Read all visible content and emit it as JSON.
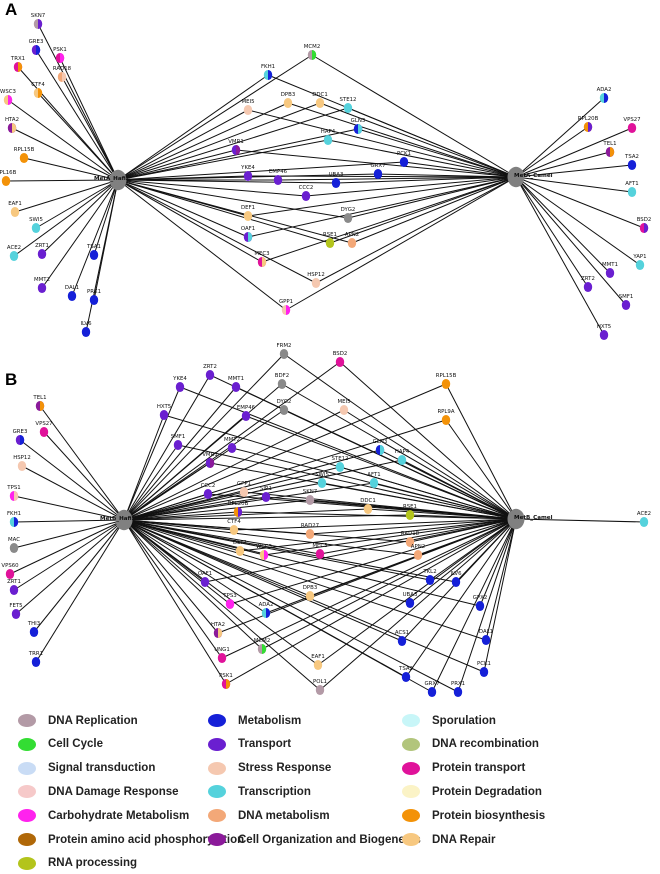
{
  "panels": {
    "a": {
      "letter": "A",
      "hubs": {
        "left": "MetA_Hafiz",
        "right": "MetA_Camel"
      },
      "left_only": [
        "SKN7",
        "GRE3",
        "PSK1",
        "TRX1",
        "RAD18",
        "CTF4",
        "WSC3",
        "HTA2",
        "RPL15B",
        "RPL16B",
        "EAF1",
        "SWI5",
        "ACE2",
        "ZRT1",
        "TSA1",
        "MMT2",
        "DAL1",
        "PRX1",
        "ILV6"
      ],
      "shared": [
        "MCM2",
        "FKH1",
        "MEI5",
        "DPB3",
        "DDC1",
        "STE12",
        "GLN3",
        "HAP4",
        "VMR1",
        "PCK1",
        "GRX7",
        "YKE4",
        "EMP46",
        "UBA3",
        "CCC2",
        "DEF1",
        "DYG2",
        "OAF1",
        "RSE1",
        "APN2",
        "MEC3",
        "HSP12",
        "GPP1"
      ],
      "right_only": [
        "ADA2",
        "RPL20B",
        "VPS27",
        "TEL1",
        "TSA2",
        "AFT1",
        "BSD2",
        "YAP1",
        "MMT1",
        "ZRT2",
        "SMF1",
        "HXT5"
      ]
    },
    "b": {
      "letter": "B",
      "hubs": {
        "left": "MetB_Hafiz",
        "right": "MetB_Camel"
      },
      "left_only": [
        "TEL1",
        "VPS27",
        "GRE3",
        "HSP12",
        "TPS1",
        "FKH1",
        "MAC",
        "VPS60",
        "ZRT1",
        "FET5",
        "THI3",
        "TRR1"
      ],
      "shared": [
        "FRM2",
        "BSD2",
        "ZRT2",
        "MMT1",
        "YKE4",
        "BDF2",
        "RPL15B",
        "HXT5",
        "EMP46",
        "DYG2",
        "MEI5",
        "RPL9A",
        "SMF1",
        "MMT2",
        "GLN3",
        "HAP4",
        "VMR1",
        "STE12",
        "SWI5",
        "AFT1",
        "CCC2",
        "GPP1",
        "SIR1",
        "SKN7",
        "RPL20B",
        "DDC1",
        "RSE1",
        "CTF4",
        "RAD27",
        "RAD18",
        "DEF1",
        "WSC3",
        "MEC3",
        "APN2",
        "OAF1",
        "TKL2",
        "ILV6",
        "TPS3",
        "ADA2",
        "DPB3",
        "UBA3",
        "GPX2",
        "HTA2",
        "ACS1",
        "MCM2",
        "DAL1",
        "UNG1",
        "EAF1",
        "TSA2",
        "PCK1",
        "PSK1",
        "POL1",
        "GRX7",
        "PRX1"
      ],
      "right_only": [
        "ACE2"
      ]
    }
  },
  "legend": [
    {
      "label": "DNA Replication",
      "color": "#b39aa6"
    },
    {
      "label": "Cell Cycle",
      "color": "#33dd33"
    },
    {
      "label": "Signal transduction",
      "color": "#c9dcf5"
    },
    {
      "label": "DNA Damage Response",
      "color": "#f6c9c9"
    },
    {
      "label": "Carbohydrate Metabolism",
      "color": "#ff22ee"
    },
    {
      "label": "Protein amino acid phosphorylation",
      "color": "#b06808"
    },
    {
      "label": "RNA processing",
      "color": "#b3c41c"
    },
    {
      "label": "Metabolism",
      "color": "#1520d8"
    },
    {
      "label": "Transport",
      "color": "#6a1fd0"
    },
    {
      "label": "Stress Response",
      "color": "#f5c8b0"
    },
    {
      "label": "Transcription",
      "color": "#55d2dc"
    },
    {
      "label": "DNA metabolism",
      "color": "#f3a878"
    },
    {
      "label": "Cell Organization and Biogenesis",
      "color": "#8b1a9a"
    },
    {
      "label": "Sporulation",
      "color": "#c8f6f8"
    },
    {
      "label": "DNA recombination",
      "color": "#b2c57c"
    },
    {
      "label": "Protein transport",
      "color": "#e0129a"
    },
    {
      "label": "Protein Degradation",
      "color": "#fbf3c6"
    },
    {
      "label": "Protein biosynthesis",
      "color": "#f39208"
    },
    {
      "label": "DNA Repair",
      "color": "#f7c880"
    }
  ],
  "node_colors": {
    "hub": "#808080",
    "gray": "#8a8a8a",
    "metabolism": "#1520d8",
    "transport": "#6a1fd0",
    "transcription": "#55d2dc",
    "biosynthesis": "#f39208",
    "repair": "#f7c880",
    "protein_transport": "#e0129a",
    "cell_org": "#8b1a9a",
    "carbohydrate": "#ff22ee",
    "dna_metabolism": "#f3a878",
    "replication": "#b39aa6",
    "stress": "#f5c8b0",
    "rna": "#b3c41c",
    "cell_cycle": "#33dd33"
  }
}
